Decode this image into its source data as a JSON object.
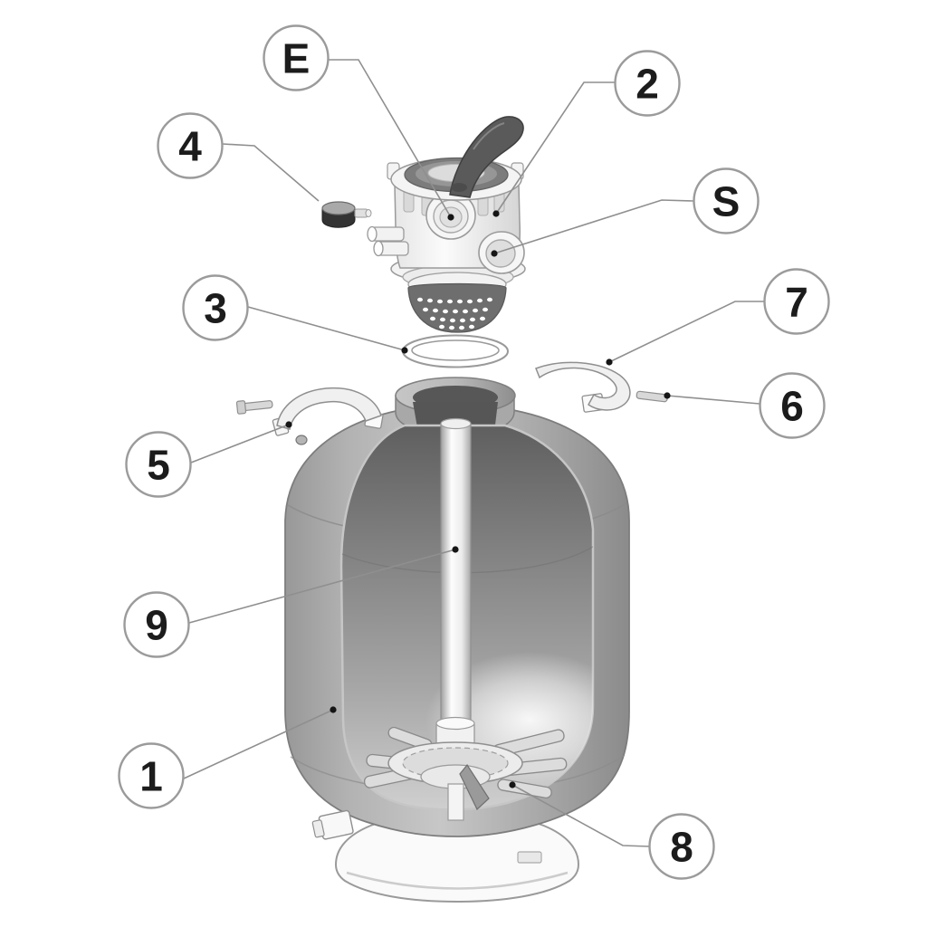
{
  "diagram": {
    "title": "sand-filter-exploded-parts-diagram",
    "background_color": "#ffffff",
    "leader_color": "#8f8f8f",
    "balloon_style": {
      "fill": "#ffffff",
      "stroke": "#9b9b9b",
      "text_color": "#1c1c1c"
    },
    "palette": {
      "tank_gray": "#b9b9b9",
      "tank_edge_gray": "#8d8d8d",
      "interior_gray": "#858585",
      "interior_glow": "#ffffff",
      "valve_white": "#f6f6f6",
      "handle_gray": "#5a5a5a",
      "top_plate_gray": "#7c7c7c",
      "diffuser_gray": "#6e6e6e",
      "gauge_dark": "#333333",
      "outline_gray": "#8f8f8f"
    },
    "callouts": [
      {
        "label": "E",
        "part": "valve-front-port"
      },
      {
        "label": "2",
        "part": "multiport-valve-body"
      },
      {
        "label": "4",
        "part": "pressure-gauge"
      },
      {
        "label": "S",
        "part": "valve-side-port"
      },
      {
        "label": "3",
        "part": "tank-o-ring"
      },
      {
        "label": "7",
        "part": "clamp-half-right"
      },
      {
        "label": "6",
        "part": "clamp-bolt-right"
      },
      {
        "label": "5",
        "part": "clamp-half-left"
      },
      {
        "label": "9",
        "part": "standpipe"
      },
      {
        "label": "1",
        "part": "filter-tank"
      },
      {
        "label": "8",
        "part": "lateral-assembly"
      }
    ]
  }
}
